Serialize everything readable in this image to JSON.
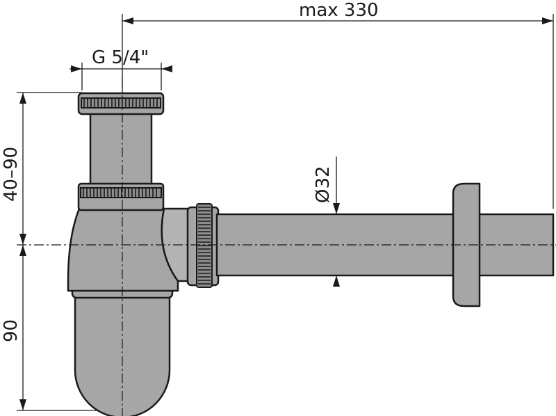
{
  "dimensions": {
    "width_max": "max 330",
    "thread": "G 5/4\"",
    "height_range": "40–90",
    "trap_depth": "90",
    "pipe_diameter": "Ø32"
  },
  "colors": {
    "part_fill": "#a6a6a6",
    "line": "#1a1a1a",
    "background": "#ffffff"
  }
}
